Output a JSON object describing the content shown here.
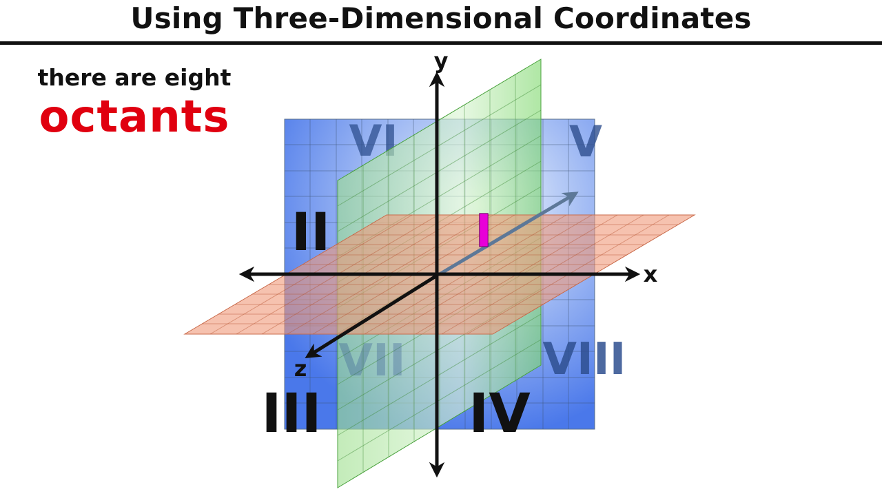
{
  "title": "Using Three-Dimensional Coordinates",
  "caption": {
    "line1": "there are eight",
    "line2": "octants"
  },
  "axes": {
    "x": "x",
    "y": "y",
    "z": "z"
  },
  "octants": {
    "I": "I",
    "II": "II",
    "III": "III",
    "IV": "IV",
    "V": "V",
    "VI": "VI",
    "VII": "VII",
    "VIII": "VIII"
  },
  "colors": {
    "accent": "#e0000f",
    "octant_i": "#e800d8",
    "xy_plane": "#3f74ee",
    "yz_plane": "#6ccf5f",
    "xz_plane": "#f09a7a",
    "back_octant_label": "#2e4f8f",
    "ink": "#111111"
  }
}
